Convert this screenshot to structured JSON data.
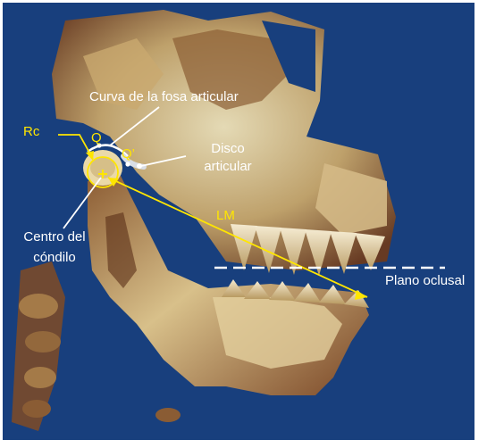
{
  "labels": {
    "curva": "Curva de la fosa articular",
    "disco_line1": "Disco",
    "disco_line2": "articular",
    "rc": "Rc",
    "q": "Q",
    "q_prime": "Q’",
    "lm": "LM",
    "centro_line1": "Centro del",
    "centro_line2": "cóndilo",
    "plano": "Plano oclusal"
  },
  "colors": {
    "background": "#183f7d",
    "bone_light": "#e9dcb0",
    "bone_mid": "#b9975a",
    "bone_dark": "#6b3a1e",
    "annotation_white": "#ffffff",
    "annotation_yellow": "#ffe600"
  }
}
